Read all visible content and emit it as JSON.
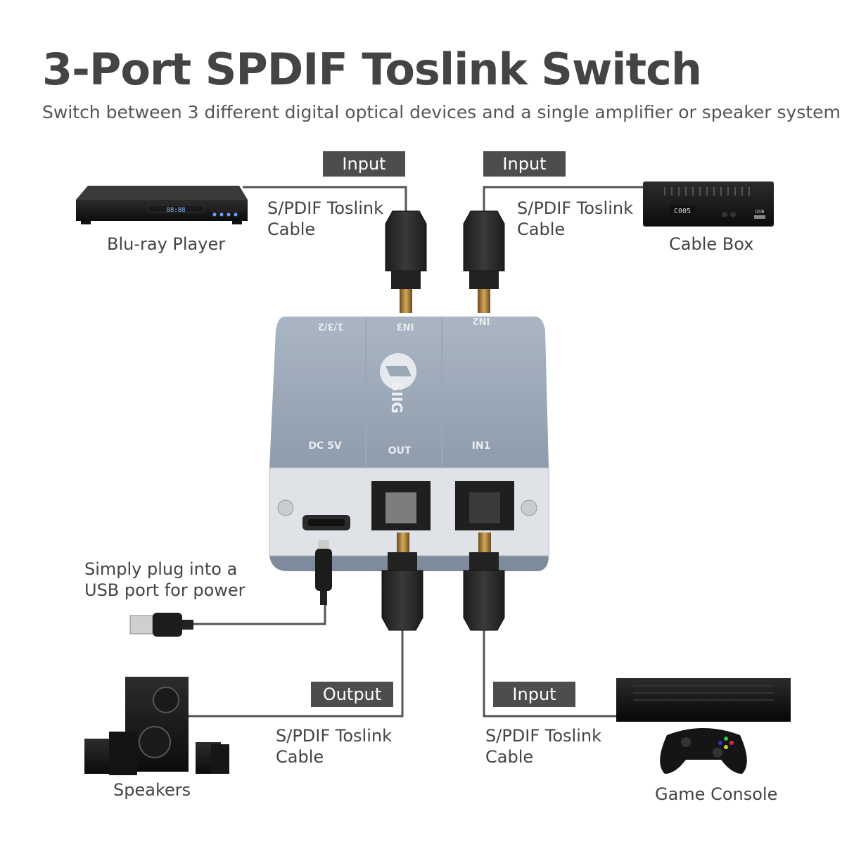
{
  "title": "3-Port SPDIF Toslink Switch",
  "subtitle": "Switch between 3 different digital optical devices and a single amplifier or speaker system",
  "tags": {
    "in_top_left": "Input",
    "in_top_right": "Input",
    "out_bottom_left": "Output",
    "in_bottom_right": "Input"
  },
  "cables": {
    "top_left": {
      "line1": "S/PDIF Toslink",
      "line2": "Cable"
    },
    "top_right": {
      "line1": "S/PDIF Toslink",
      "line2": "Cable"
    },
    "bottom_left": {
      "line1": "S/PDIF Toslink",
      "line2": "Cable"
    },
    "bottom_right": {
      "line1": "S/PDIF Toslink",
      "line2": "Cable"
    }
  },
  "devices": {
    "bluray": "Blu-ray Player",
    "cablebox": "Cable Box",
    "speakers": "Speakers",
    "console": "Game Console"
  },
  "usb_note": {
    "line1": "Simply plug into a",
    "line2": "USB port for power"
  },
  "switch_labels": {
    "port_top_left": "1/3/2",
    "port_in3": "IN3",
    "port_in2": "IN2",
    "dc": "DC 5V",
    "out": "OUT",
    "in1": "IN1",
    "brand": "SIIG"
  },
  "device_screens": {
    "bluray_display": "88:88",
    "cablebox_display": "C005",
    "cablebox_usb": "USB"
  },
  "colors": {
    "tag_bg": "#4d4d4d",
    "switch_body": "#8e9bab",
    "cable_line": "#555555"
  }
}
